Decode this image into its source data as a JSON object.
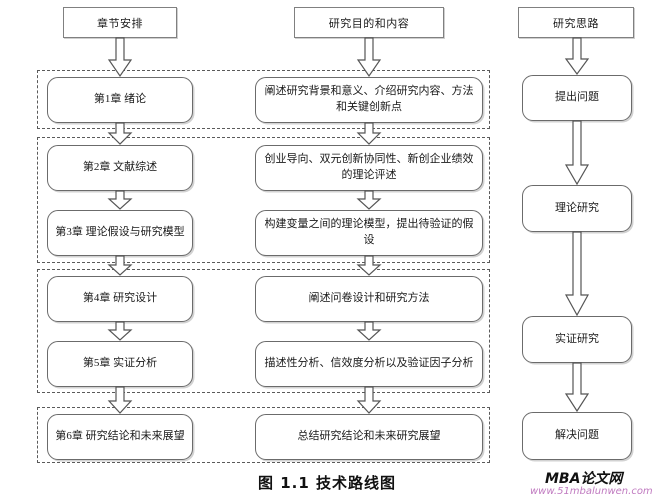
{
  "figure": {
    "caption": "图 1.1  技术路线图",
    "watermark_main": "MBA论文网",
    "watermark_sub": "www.51mbalunwen.com"
  },
  "columns": {
    "chapters": {
      "header": "章节安排"
    },
    "purpose": {
      "header": "研究目的和内容"
    },
    "approach": {
      "header": "研究思路"
    }
  },
  "stages": [
    {
      "name": "stage-1",
      "chapter": "第1章  绪论",
      "content": "阐述研究背景和意义、介绍研究内容、方法和关键创新点",
      "approach": "提出问题"
    },
    {
      "name": "stage-2",
      "chapter": "第2章  文献综述",
      "content": "创业导向、双元创新协同性、新创企业绩效的理论评述",
      "chapter_b": "第3章  理论假设与研究模型",
      "content_b": "构建变量之间的理论模型，提出待验证的假设",
      "approach": "理论研究"
    },
    {
      "name": "stage-3",
      "chapter": "第4章  研究设计",
      "content": "阐述问卷设计和研究方法",
      "chapter_b": "第5章  实证分析",
      "content_b": "描述性分析、信效度分析以及验证因子分析",
      "approach": "实证研究"
    },
    {
      "name": "stage-4",
      "chapter": "第6章  研究结论和未来展望",
      "content": "总结研究结论和未来研究展望",
      "approach": "解决问题"
    }
  ],
  "colors": {
    "node_border": "#6b6b6b",
    "header_border": "#808080",
    "group_border": "#5a5a5a",
    "arrow_stroke": "#555555",
    "text": "#1a1a1a",
    "watermark_sub": "#c07ac0"
  },
  "icons": {
    "down_arrow": "block-arrow-down"
  }
}
